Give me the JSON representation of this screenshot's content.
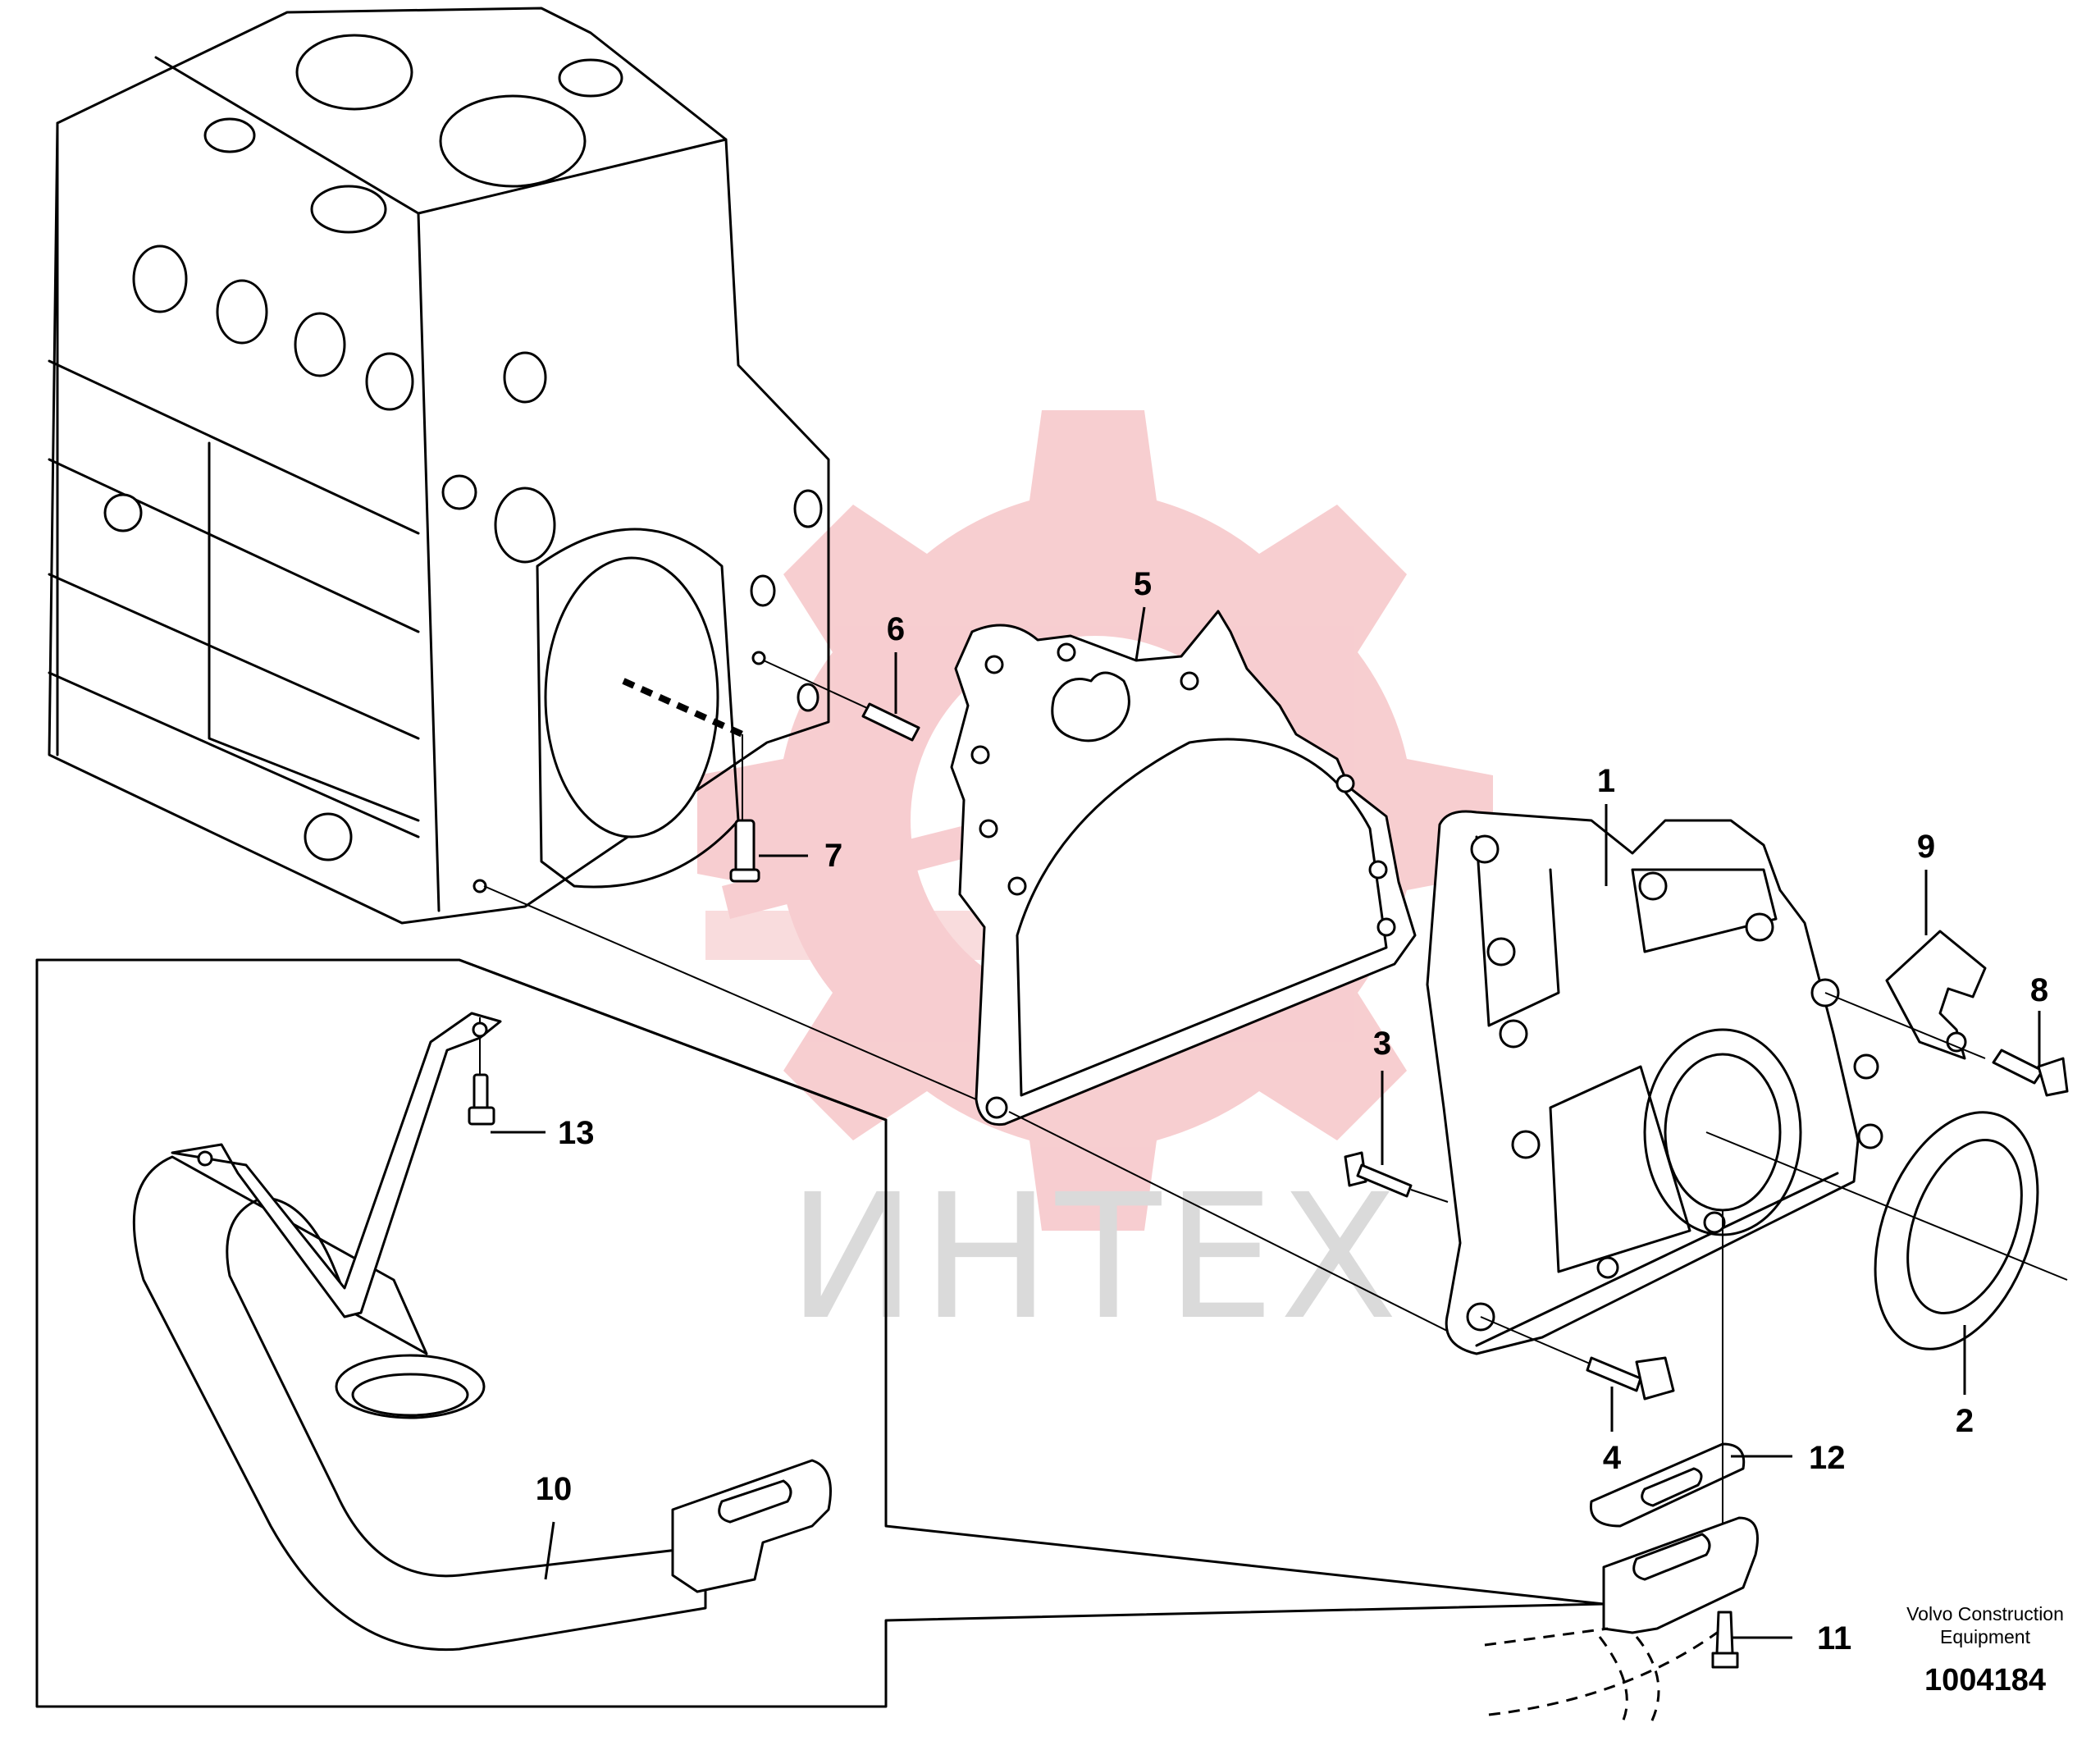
{
  "diagram": {
    "callouts": [
      {
        "id": "1",
        "label": "1"
      },
      {
        "id": "2",
        "label": "2"
      },
      {
        "id": "3",
        "label": "3"
      },
      {
        "id": "4",
        "label": "4"
      },
      {
        "id": "5",
        "label": "5"
      },
      {
        "id": "6",
        "label": "6"
      },
      {
        "id": "7",
        "label": "7"
      },
      {
        "id": "8",
        "label": "8"
      },
      {
        "id": "9",
        "label": "9"
      },
      {
        "id": "10",
        "label": "10"
      },
      {
        "id": "11",
        "label": "11"
      },
      {
        "id": "12",
        "label": "12"
      },
      {
        "id": "13",
        "label": "13"
      }
    ],
    "watermark": {
      "text": "ИНТЕХ",
      "gear_color": "#f6c5c8",
      "text_color": "#d4d4d4"
    },
    "footer": {
      "company_line1": "Volvo Construction",
      "company_line2": "Equipment",
      "figure_number": "1004184"
    }
  }
}
